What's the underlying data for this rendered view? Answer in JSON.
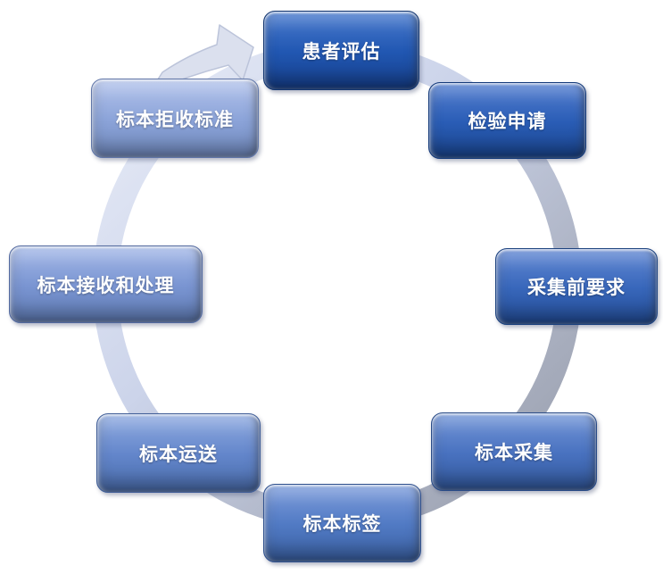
{
  "cycle": {
    "description": "clockwise specimen workflow cycle",
    "items": [
      {
        "id": "patient-assessment",
        "label": "患者评估",
        "colors": {
          "hl": "#4a7bce",
          "base": "#2157b2",
          "dk": "#163f8b",
          "edge": "#12356f"
        }
      },
      {
        "id": "test-request",
        "label": "检验申请",
        "colors": {
          "hl": "#557fd0",
          "base": "#2a5db6",
          "dk": "#1a458f",
          "edge": "#143a7a"
        }
      },
      {
        "id": "pre-collection-requirements",
        "label": "采集前要求",
        "colors": {
          "hl": "#6389d4",
          "base": "#3867bb",
          "dk": "#234c95",
          "edge": "#1c427f"
        }
      },
      {
        "id": "specimen-collection",
        "label": "标本采集",
        "colors": {
          "hl": "#7597d8",
          "base": "#4972c0",
          "dk": "#32589c",
          "edge": "#294b87"
        }
      },
      {
        "id": "specimen-labeling",
        "label": "标本标签",
        "colors": {
          "hl": "#7f9edc",
          "base": "#517ac4",
          "dk": "#3a60a2",
          "edge": "#30518e"
        }
      },
      {
        "id": "specimen-transport",
        "label": "标本运送",
        "colors": {
          "hl": "#91ace1",
          "base": "#6386cb",
          "dk": "#4a6cab",
          "edge": "#3f5d97"
        }
      },
      {
        "id": "specimen-receipt-processing",
        "label": "标本接收和处理",
        "colors": {
          "hl": "#a5b9e8",
          "base": "#7a95d2",
          "dk": "#5f7bb4",
          "edge": "#52699f"
        }
      },
      {
        "id": "specimen-rejection-criteria",
        "label": "标本拒收标准",
        "colors": {
          "hl": "#b4c4ec",
          "base": "#8ca4d9",
          "dk": "#7089bd",
          "edge": "#6076a8"
        }
      }
    ]
  },
  "ring": {
    "gradient": [
      "#e9edf8",
      "#ccd4ea",
      "#a9afbf",
      "#959baa"
    ],
    "arrow_fill": "#dbe0ee",
    "arrow_stroke": "#bcc4da"
  }
}
